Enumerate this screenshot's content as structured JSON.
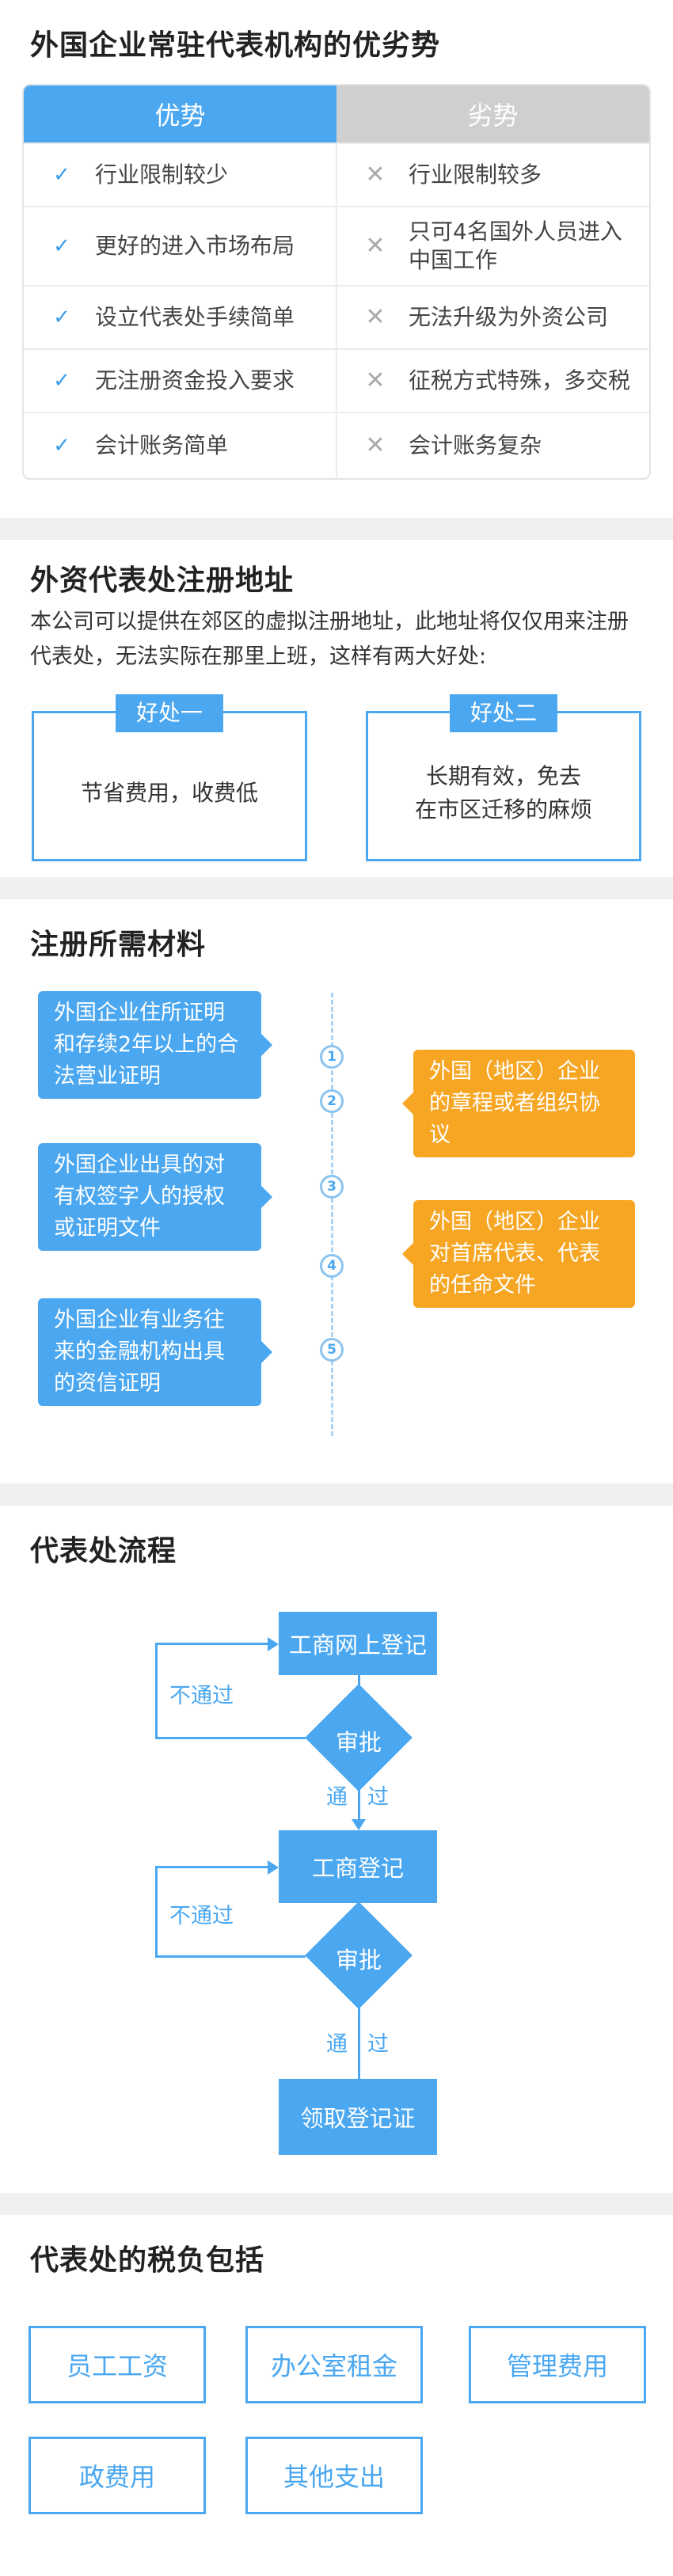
{
  "section1": {
    "title": "外国企业常驻代表机构的优劣势",
    "adv_header": "优势",
    "dis_header": "劣势",
    "rows": [
      {
        "adv": "行业限制较少",
        "dis": "行业限制较多"
      },
      {
        "adv": "更好的进入市场布局",
        "dis": "只可4名国外人员进入中国工作"
      },
      {
        "adv": "设立代表处手续简单",
        "dis": "无法升级为外资公司"
      },
      {
        "adv": "无注册资金投入要求",
        "dis": "征税方式特殊，多交税"
      },
      {
        "adv": "会计账务简单",
        "dis": "会计账务复杂"
      }
    ],
    "check_glyph": "✓",
    "cross_glyph": "✕",
    "colors": {
      "advantage": "#4aa7f0",
      "disadvantage": "#cfcfcf"
    }
  },
  "section2": {
    "title": "外资代表处注册地址",
    "description": "本公司可以提供在郊区的虚拟注册地址，此地址将仅仅用来注册代表处，无法实际在那里上班，这样有两大好处:",
    "benefits": [
      {
        "tag": "好处一",
        "text": "节省费用，收费低"
      },
      {
        "tag": "好处二",
        "line1": "长期有效，免去",
        "line2": "在市区迁移的麻烦"
      }
    ]
  },
  "section3": {
    "title": "注册所需材料",
    "items": [
      {
        "number": "1",
        "text": "外国企业住所证明和存续2年以上的合法营业证明"
      },
      {
        "number": "2",
        "text": "外国（地区）企业的章程或者组织协议"
      },
      {
        "number": "3",
        "text": "外国企业出具的对有权签字人的授权或证明文件"
      },
      {
        "number": "4",
        "text": "外国（地区）企业对首席代表、代表的任命文件"
      },
      {
        "number": "5",
        "text": "外国企业有业务往来的金融机构出具的资信证明"
      }
    ],
    "colors": {
      "blue": "#4aa7f0",
      "orange": "#f6a623"
    }
  },
  "section4": {
    "title": "代表处流程",
    "step1": "工商网上登记",
    "review1": "审批",
    "fail1": "不通过",
    "pass1_a": "通",
    "pass1_b": "过",
    "step2": "工商登记",
    "review2": "审批",
    "fail2": "不通过",
    "pass2_a": "通",
    "pass2_b": "过",
    "step3": "领取登记证"
  },
  "section5": {
    "title": "代表处的税负包括",
    "items": [
      "员工工资",
      "办公室租金",
      "管理费用",
      "政费用",
      "其他支出"
    ]
  }
}
